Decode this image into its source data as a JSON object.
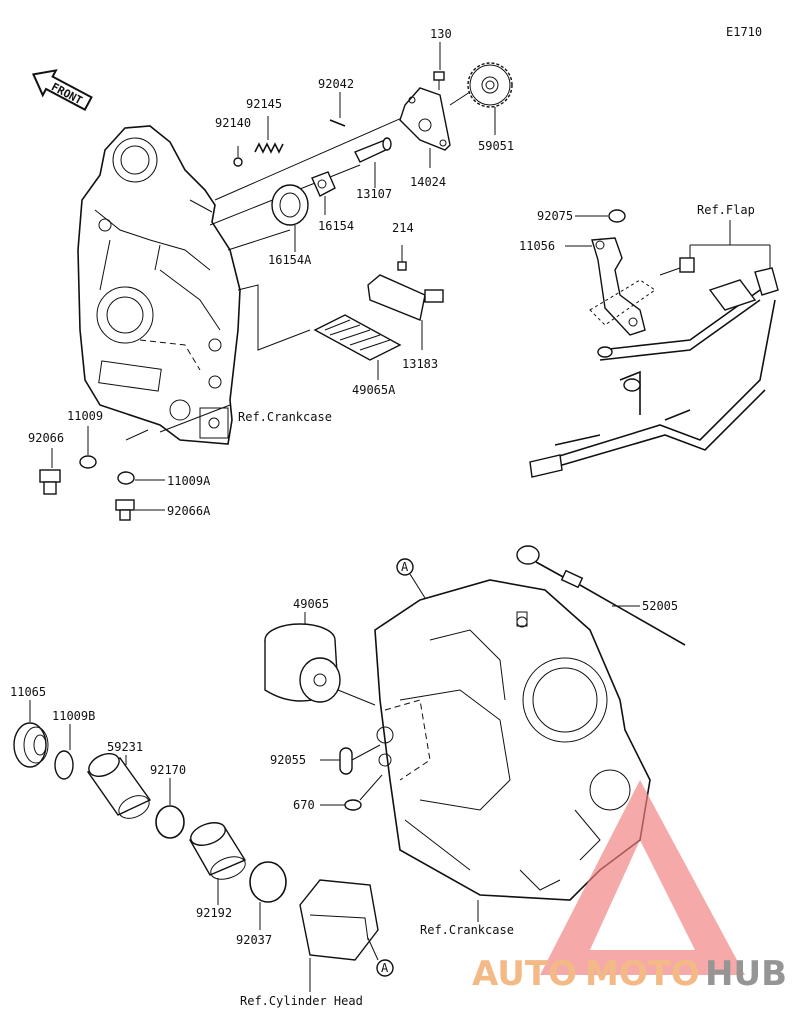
{
  "diagram_code": "E1710",
  "front_label": "FRONT",
  "parts": {
    "p130": "130",
    "p92042": "92042",
    "p92145": "92145",
    "p92140": "92140",
    "p59051": "59051",
    "p14024": "14024",
    "p13107": "13107",
    "p16154": "16154",
    "p16154A": "16154A",
    "p214": "214",
    "p13183": "13183",
    "p49065A": "49065A",
    "p11009": "11009",
    "p92066": "92066",
    "p11009A": "11009A",
    "p92066A": "92066A",
    "p92075": "92075",
    "p11056": "11056",
    "p49065": "49065",
    "p52005": "52005",
    "p11065": "11065",
    "p11009B": "11009B",
    "p59231": "59231",
    "p92170": "92170",
    "p92055": "92055",
    "p670": "670",
    "p92192": "92192",
    "p92037": "92037"
  },
  "refs": {
    "crankcase_top": "Ref.Crankcase",
    "flap": "Ref.Flap",
    "crankcase_bottom": "Ref.Crankcase",
    "cylinder_head": "Ref.Cylinder Head"
  },
  "markers": {
    "a_top": "A",
    "a_bottom": "A"
  },
  "watermark": {
    "auto": "AUTO",
    "moto": "MOTO",
    "hub": "HUB",
    "colors": {
      "auto": "#f2b27a",
      "moto": "#f2b27a",
      "hub": "#8a8a8a",
      "triangle": "#f08080"
    }
  }
}
